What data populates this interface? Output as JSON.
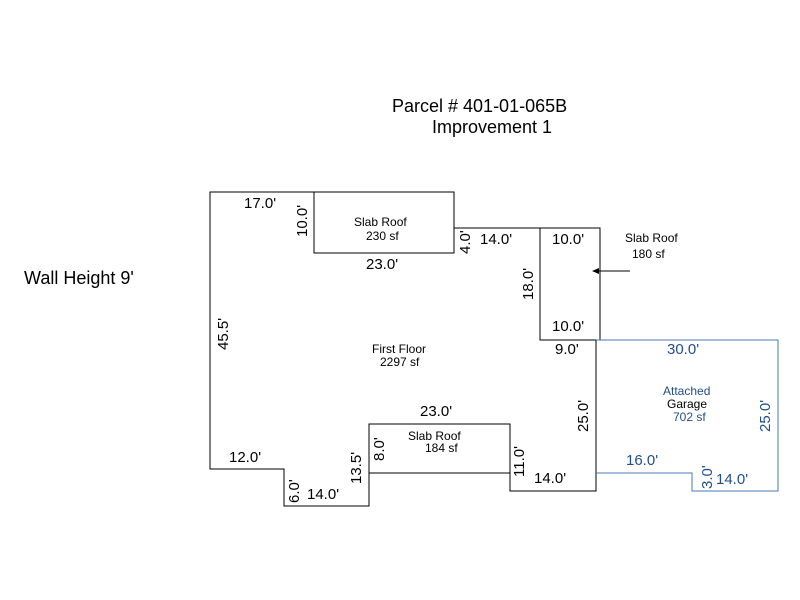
{
  "header": {
    "title": "Parcel # 401-01-065B",
    "subtitle": "Improvement 1"
  },
  "wall_height": "Wall Height 9'",
  "areas": {
    "first_floor": {
      "name": "First Floor",
      "area": "2297 sf"
    },
    "slab_roof_top": {
      "name": "Slab Roof",
      "area": "230 sf"
    },
    "slab_roof_right": {
      "name": "Slab Roof",
      "area": "180 sf"
    },
    "slab_roof_bottom": {
      "name": "Slab Roof",
      "area": "184 sf"
    },
    "garage": {
      "name_line1": "Attached",
      "name_line2": "Garage",
      "area": "702 sf"
    }
  },
  "dimensions": {
    "d_17": "17.0'",
    "d_10_vert": "10.0'",
    "d_23_top": "23.0'",
    "d_4": "4.0'",
    "d_14_top": "14.0'",
    "d_10_top": "10.0'",
    "d_18": "18.0'",
    "d_10_mid": "10.0'",
    "d_45_5": "45.5'",
    "d_9": "9.0'",
    "d_30": "30.0'",
    "d_25_left": "25.0'",
    "d_25_right": "25.0'",
    "d_23_bottom": "23.0'",
    "d_8": "8.0'",
    "d_13_5": "13.5'",
    "d_11": "11.0'",
    "d_12": "12.0'",
    "d_6": "6.0'",
    "d_14_bottom": "14.0'",
    "d_14_right": "14.0'",
    "d_16": "16.0'",
    "d_3": "3.0'",
    "d_14_garage": "14.0'"
  },
  "colors": {
    "house_line": "#000000",
    "garage_line": "#4a7ab8",
    "garage_text": "#1f4e8c"
  }
}
